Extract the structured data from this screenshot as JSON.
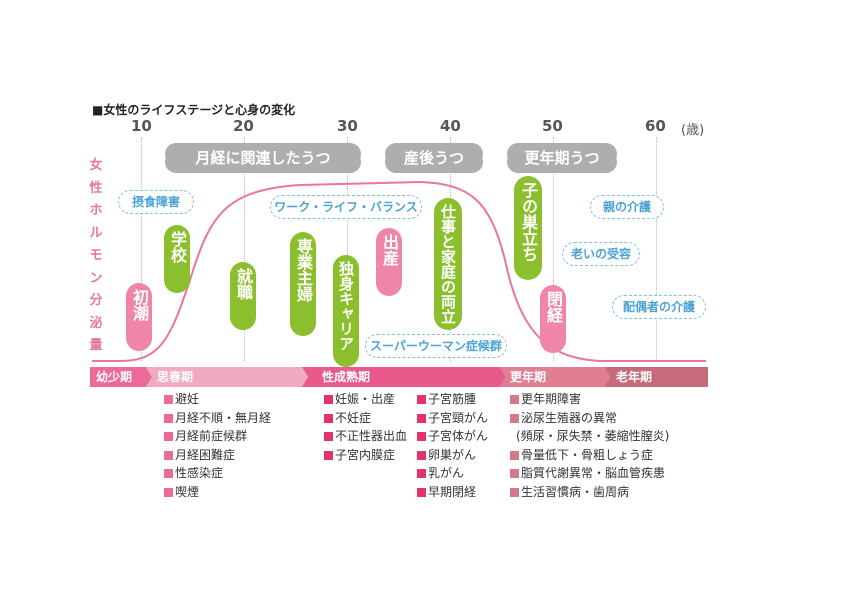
{
  "title": "■女性のライフステージと心身の変化",
  "ages": [
    "10",
    "20",
    "30",
    "40",
    "50",
    "60"
  ],
  "age_unit": "(歳)",
  "hormone_label": [
    "女",
    "性",
    "ホ",
    "ル",
    "モ",
    "ン",
    "分",
    "泌",
    "量"
  ],
  "clouds": {
    "menstrual": "月経に関連したうつ",
    "postpartum": "産後うつ",
    "menopause": "更年期うつ"
  },
  "green_pills": {
    "school": "学校",
    "employment": "就職",
    "housewife": "専業主婦",
    "career": "独身キャリア",
    "balance_work_home": "仕事と家庭の両立",
    "empty_nest": "子の巣立ち"
  },
  "pink_pills": {
    "menarche": "初潮",
    "childbirth": "出産",
    "menopause": "閉経"
  },
  "blue_tags": {
    "eating": "摂食障害",
    "wlb": "ワーク・ライフ・バランス",
    "superwoman": "スーパーウーマン症候群",
    "parent_care": "親の介護",
    "aging": "老いの受容",
    "spouse_care": "配偶者の介護"
  },
  "stages": {
    "child": "幼少期",
    "puberty": "思春期",
    "mature": "性成熟期",
    "menopausal": "更年期",
    "old": "老年期"
  },
  "lists": {
    "puberty": [
      "避妊",
      "月経不順・無月経",
      "月経前症候群",
      "月経困難症",
      "性感染症",
      "喫煙"
    ],
    "mature1": [
      "妊娠・出産",
      "不妊症",
      "不正性器出血",
      "子宮内膜症"
    ],
    "mature2": [
      "子宮筋腫",
      "子宮頸がん",
      "子宮体がん",
      "卵巣がん",
      "乳がん",
      "早期閉経"
    ],
    "menopausal": [
      "更年期障害",
      "泌尿生殖器の異常",
      "(頻尿・尿失禁・萎縮性膣炎)",
      "骨量低下・骨粗しょう症",
      "脂質代謝異常・脳血管疾患",
      "生活習慣病・歯周病"
    ]
  },
  "colors": {
    "hormone_curve": "#e8779a",
    "green": "#8cbf2e",
    "pink": "#ef86aa",
    "blue": "#4aa3d6",
    "cloud": "#aeaeae",
    "band_light": "#f2a9c3",
    "band_mid": "#e85a8c",
    "band_dark": "#c56b7c"
  }
}
